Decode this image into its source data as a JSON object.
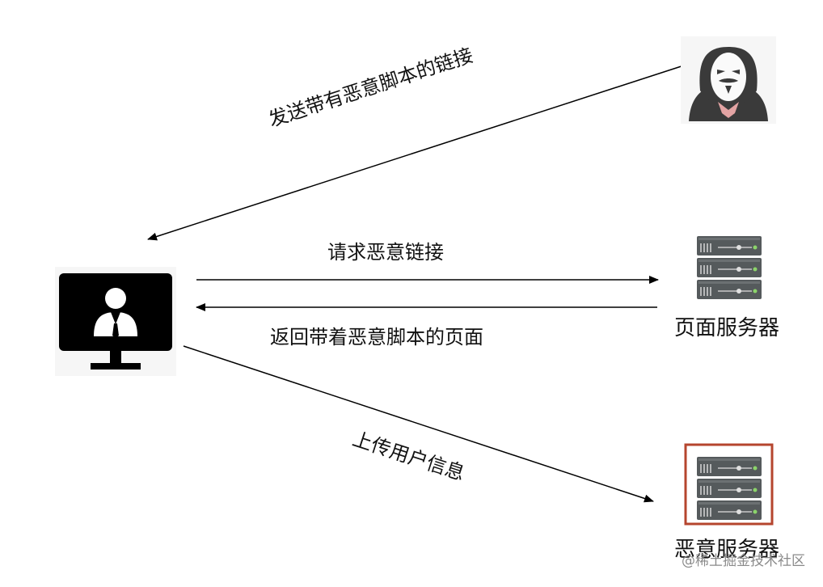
{
  "edges": {
    "send_link": "发送带有恶意脚本的链接",
    "request_link": "请求恶意链接",
    "return_page": "返回带着恶意脚本的页面",
    "upload_info": "上传用户信息"
  },
  "nodes": {
    "page_server": "页面服务器",
    "malicious_server": "恶意服务器"
  },
  "watermark": "@稀土掘金技术社区",
  "colors": {
    "highlight_border": "#b5452e",
    "server_body": "#555a5c",
    "monitor": "#000000"
  }
}
